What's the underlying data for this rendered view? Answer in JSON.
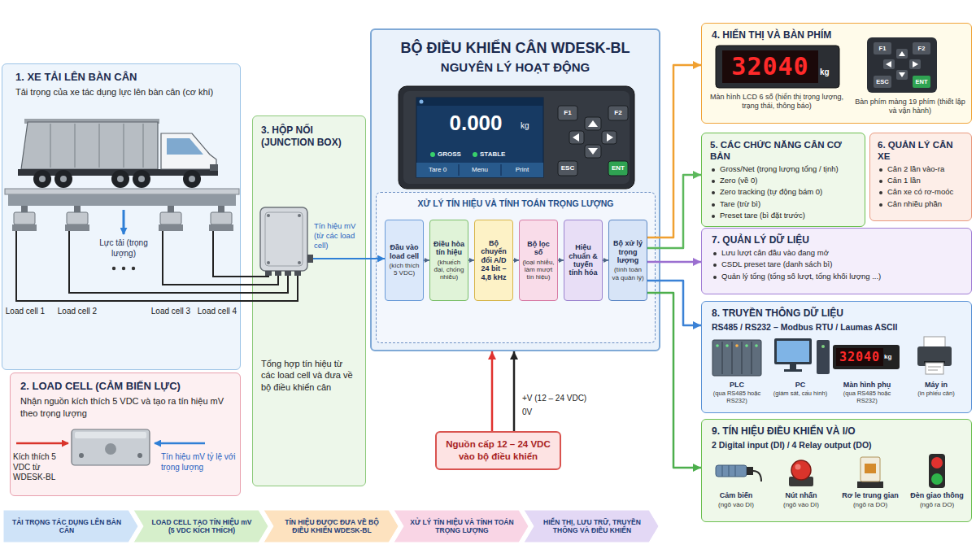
{
  "diagram": {
    "nodes": [
      {
        "text": [
          "1. XE TẢI LÊN BÀN CÂN",
          "Tải trọng của xe tác dụng lực lên bàn cân (cơ khí)"
        ]
      },
      {
        "text": [
          "2. LOAD CELL (CẢM BIẾN LỰC)",
          "Nhận nguồn kích thích 5 VDC và tạo ra tín hiệu mV theo trọng lượng"
        ]
      },
      {
        "text": [
          "3. HỘP NỐI (JUNCTION BOX)",
          "Tổng hợp tín hiệu từ các load cell và đưa về bộ điều khiển cân"
        ]
      },
      {
        "text": [
          "BỘ ĐIỀU KHIỂN CÂN WDESK-BL",
          "NGUYÊN LÝ HOẠT ĐỘNG"
        ]
      },
      {
        "text": [
          "XỬ LÝ TÍN HIỆU VÀ TÍNH TOÁN TRỌNG LƯỢNG"
        ],
        "in": 3
      },
      {
        "text": [
          "Đầu vào load cell",
          "(kích thích 5 VDC)"
        ],
        "in": 4
      },
      {
        "text": [
          "Điều hòa tín hiệu",
          "(khuếch đại, chống nhiễu)"
        ],
        "in": 4
      },
      {
        "text": [
          "Bộ chuyển đổi A/D 24 bit – 4,8 kHz"
        ],
        "in": 4
      },
      {
        "text": [
          "Bộ lọc số",
          "(loại nhiễu, làm mượt tín hiệu)"
        ],
        "in": 4
      },
      {
        "text": [
          "Hiệu chuẩn & tuyến tính hóa"
        ],
        "in": 4
      },
      {
        "text": [
          "Bộ xử lý trọng lượng",
          "(tính toán và quản lý)"
        ],
        "in": 4
      },
      {
        "text": [
          "Nguồn cấp 12 – 24 VDC vào bộ điều khiển"
        ]
      },
      {
        "text": [
          "4. HIỂN THỊ VÀ BÀN PHÍM"
        ]
      },
      {
        "text": [
          "5. CÁC CHỨC NĂNG CÂN CƠ BẢN",
          "Gross/Net (trọng lượng tổng / tịnh)",
          "Zero (về 0)",
          "Zero tracking (tự động bám 0)",
          "Tare (trừ bì)",
          "Preset tare (bì đặt trước)"
        ]
      },
      {
        "text": [
          "6. QUẢN LÝ CÂN XE",
          "Cân 2 lần vào-ra",
          "Cân 1 lần",
          "Cân xe có rơ-moóc",
          "Cân nhiều phần"
        ]
      },
      {
        "text": [
          "7. QUẢN LÝ DỮ LIỆU",
          "Lưu lượt cân đầu vào đang mở",
          "CSDL preset tare (danh sách bì)",
          "Quản lý tổng (tổng số lượt, tổng khối lượng ...)"
        ]
      },
      {
        "text": [
          "8. TRUYỀN THÔNG DỮ LIỆU",
          "RS485 / RS232 – Modbus RTU / Laumas ASCII"
        ]
      },
      {
        "text": [
          "9. TÍN HIỆU ĐIỀU KHIỂN VÀ I/O",
          "2 Digital input (DI) / 4 Relay output (DO)"
        ]
      },
      {
        "text": [
          "TẢI TRỌNG TÁC DỤNG LÊN BÀN CÂN"
        ]
      },
      {
        "text": [
          "LOAD CELL TẠO TÍN HIỆU mV (5 VDC KÍCH THÍCH)"
        ]
      },
      {
        "text": [
          "TÍN HIỆU ĐƯỢC ĐƯA VỀ BỘ ĐIỀU KHIỂN WDESK-BL"
        ]
      },
      {
        "text": [
          "XỬ LÝ TÍN HIỆU VÀ TÍNH TOÁN TRỌNG LƯỢNG"
        ]
      },
      {
        "text": [
          "HIỂN THỊ, LƯU TRỮ, TRUYỀN THÔNG VÀ ĐIỀU KHIỂN"
        ]
      }
    ],
    "edges": [
      {
        "from": 2,
        "to": 5,
        "arrow": "to",
        "label": "Tín hiệu mV (từ các load cell)"
      },
      {
        "from": 5,
        "to": 6,
        "arrow": "to"
      },
      {
        "from": 6,
        "to": 7,
        "arrow": "to"
      },
      {
        "from": 7,
        "to": 8,
        "arrow": "to"
      },
      {
        "from": 8,
        "to": 9,
        "arrow": "to"
      },
      {
        "from": 9,
        "to": 10,
        "arrow": "to"
      },
      {
        "from": 11,
        "to": 3,
        "arrow": "to",
        "label": "+V (12 – 24 VDC)"
      },
      {
        "from": 11,
        "to": 3,
        "arrow": "to",
        "label": "0V"
      },
      {
        "from": 10,
        "to": 12,
        "arrow": "to"
      },
      {
        "from": 10,
        "to": 13,
        "arrow": "to"
      },
      {
        "from": 10,
        "to": 15,
        "arrow": "to"
      },
      {
        "from": 10,
        "to": 16,
        "arrow": "to"
      },
      {
        "from": 10,
        "to": 17,
        "arrow": "to"
      }
    ],
    "labels": [
      "Lực tải (trọng lượng)",
      "Load cell 1",
      "Load cell 2",
      "Load cell 3",
      "Load cell 4",
      "Kích thích 5 VDC từ WDESK-BL",
      "Tín hiệu mV tỷ lệ với trọng lượng",
      "0.000",
      "kg",
      "GROSS",
      "STABLE",
      "Tare 0",
      "Menu",
      "Print",
      "F1",
      "F2",
      "ESC",
      "ENT",
      "32040",
      "kg",
      "Màn hình LCD 6 số (hiển thị trọng lượng, trạng thái, thông báo)",
      "F1",
      "F2",
      "ESC",
      "ENT",
      "Bàn phím màng 19 phím (thiết lập và vận hành)",
      "PLC",
      "(qua RS485 hoặc RS232)",
      "PC",
      "(giám sát, cấu hình)",
      "32040",
      "kg",
      "Màn hình phụ",
      "(qua RS485 hoặc RS232)",
      "Máy in",
      "(in phiếu cân)",
      "Cảm biến",
      "(ngõ vào DI)",
      "Nút nhấn",
      "(ngõ vào DI)",
      "Rơ le trung gian",
      "(ngõ ra DO)",
      "Đèn giao thông",
      "(ngõ ra DO)"
    ]
  }
}
